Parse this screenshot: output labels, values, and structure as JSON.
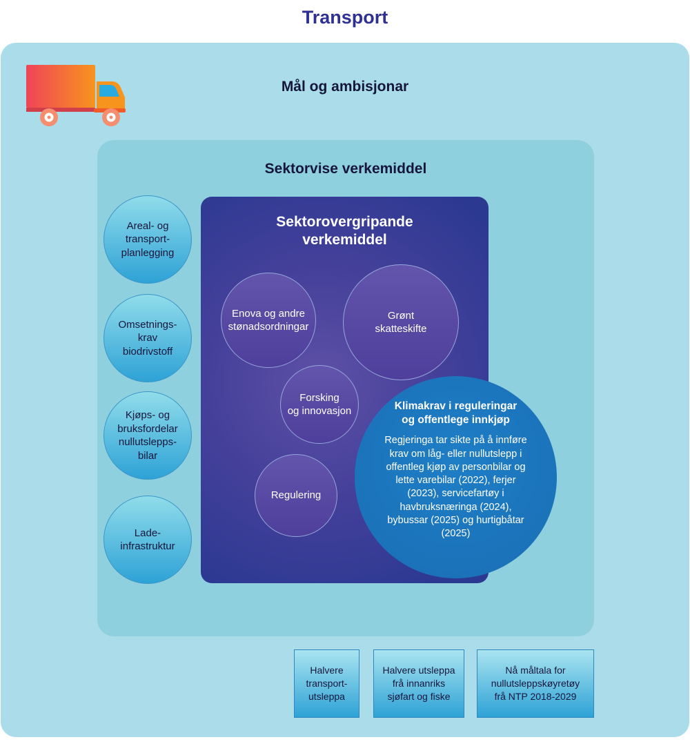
{
  "title": "Transport",
  "goals": {
    "heading": "Mål og ambisjonar"
  },
  "sector": {
    "heading": "Sektorvise verkemiddel"
  },
  "left_circles": [
    {
      "label": "Areal- og\ntransport-\nplanlegging"
    },
    {
      "label": "Omsetnings-\nkrav\nbiodrivstoff"
    },
    {
      "label": "Kjøps- og\nbruksfordelar\nnullutslepps-\nbilar"
    },
    {
      "label": "Lade-\ninfrastruktur"
    }
  ],
  "overarching": {
    "heading": "Sektorovergripande\nverkemiddel",
    "circles": [
      {
        "label": "Enova og andre\nstønadsordningar"
      },
      {
        "label": "Grønt\nskatteskifte"
      },
      {
        "label": "Forsking\nog innovasjon"
      },
      {
        "label": "Regulering"
      }
    ],
    "highlight": {
      "heading": "Klimakrav i reguleringar\nog offentlege innkjøp",
      "body": "Regjeringa tar sikte på å innføre krav om låg- eller nullutslepp i offentleg kjøp av personbilar og lette varebilar (2022), ferjer (2023), servicefartøy i havbruksnæringa (2024), bybussar (2025) og hurtigbåtar (2025)"
    }
  },
  "targets": [
    {
      "label": "Halvere\ntransport-\nutsleppa"
    },
    {
      "label": "Halvere utsleppa\nfrå innanriks\nsjøfart og fiske"
    },
    {
      "label": "Nå måltala for\nnullutsleppskøyretøy\nfrå NTP 2018-2029"
    }
  ],
  "icons": {
    "truck": "truck-icon"
  },
  "colors": {
    "title_blue": "#2E3192",
    "outer_bg": "#AADDE9",
    "inner_bg": "#8FD0DF",
    "panel_dark": "#2C3991",
    "panel_purple": "#5E50A6",
    "highlight_blue": "#1B75BC",
    "cyan_gradient_top": "#A9E4F0",
    "cyan_gradient_bottom": "#2EA2D6",
    "dark_text": "#16153B"
  }
}
